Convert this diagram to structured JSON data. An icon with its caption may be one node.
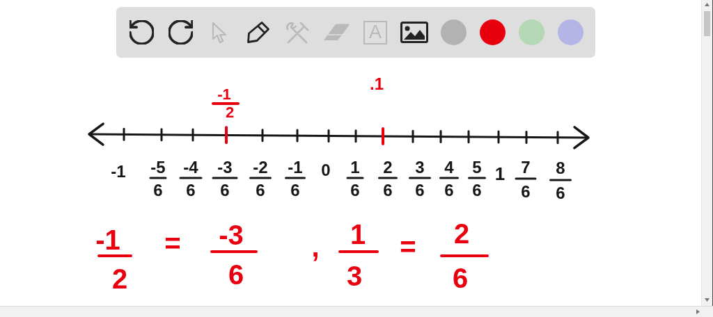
{
  "diagram": {
    "labels": [
      "A",
      "-1",
      "2",
      ".1",
      "-1",
      "-5",
      "6",
      "-4",
      "6",
      "-3",
      "6",
      "-2",
      "6",
      "-1",
      "6",
      "0",
      "1",
      "6",
      "2",
      "6",
      "3",
      "6",
      "4",
      "6",
      "5",
      "6",
      "1",
      "7",
      "6",
      "8",
      "6",
      "-1",
      "2",
      "=",
      "-3",
      "6",
      ",",
      "1",
      "3",
      "=",
      "2",
      "6"
    ]
  }
}
